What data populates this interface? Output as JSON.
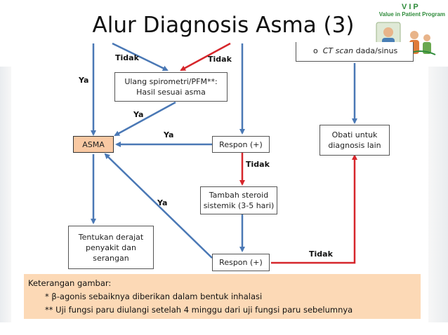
{
  "slide": {
    "title": "Alur Diagnosis Asma (3)"
  },
  "logo": {
    "vip": "VIP",
    "subtitle": "Value in Patient Program"
  },
  "flow": {
    "ct_item": {
      "italic": "CT scan",
      "rest": " dada/sinus"
    },
    "boxes": {
      "ulang": "Ulang spirometri/PFM**:\nHasil sesuai asma",
      "asma": "ASMA",
      "respon1": "Respon (+)",
      "obati": "Obati untuk\ndiagnosis lain",
      "tambah": "Tambah steroid\nsistemik (3-5 hari)",
      "tentukan": "Tentukan derajat\npenyakit dan\nserangan",
      "respon2": "Respon (+)"
    },
    "labels": {
      "tidak_top_left": "Tidak",
      "tidak_top_right": "Tidak",
      "ya_left": "Ya",
      "ya_under_ulang": "Ya",
      "ya_respon1": "Ya",
      "tidak_respon1": "Tidak",
      "ya_diag": "Ya",
      "tidak_bottom": "Tidak"
    }
  },
  "legend": {
    "heading": "Keterangan gambar:",
    "note1": "* β-agonis sebaiknya diberikan dalam bentuk inhalasi",
    "note2": "** Uji fungsi paru diulangi setelah 4 minggu dari uji fungsi paru sebelumnya"
  },
  "colors": {
    "blue_arrow": "#4a78b5",
    "red_arrow": "#d6262b",
    "asma_fill": "#f9c9a3",
    "legend_fill": "#fcd9b6",
    "logo_green": "#2e8b3a"
  }
}
